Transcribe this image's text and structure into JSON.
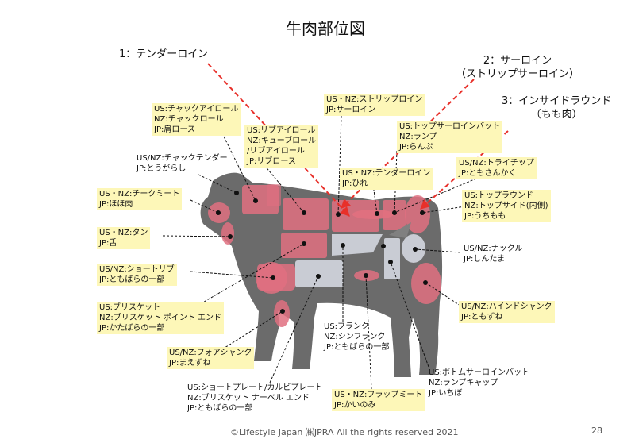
{
  "title": "牛肉部位図",
  "callouts": {
    "tenderloin": [
      "1：テンダーロイン"
    ],
    "sirloin": [
      "2：サーロイン",
      "（ストリップサーロイン）"
    ],
    "inside_round": [
      "3：インサイドラウンド",
      "（もも肉）"
    ]
  },
  "labels": {
    "chuck_eye_roll": [
      "US:チャックアイロール",
      "NZ:チャックロール",
      "JP:肩ロース"
    ],
    "rib_eye_roll": [
      "US:リブアイロール",
      "NZ:キューブロール",
      "/リブアイロール",
      "JP:リブロース"
    ],
    "strip_loin": [
      "US・NZ:ストリップロイン",
      "JP:サーロイン"
    ],
    "top_sirloin_butt": [
      "US:トップサーロインバット",
      "NZ:ランプ",
      "JP:らんぷ"
    ],
    "chuck_tender": [
      "US/NZ:チャックテンダー",
      "JP:とうがらし"
    ],
    "tenderloin": [
      "US・NZ:テンダーロイン",
      "JP:ひれ"
    ],
    "tri_tip": [
      "US/NZ:トライチップ",
      "JP:ともさんかく"
    ],
    "cheek_meat": [
      "US・NZ:チークミート",
      "JP:ほほ肉"
    ],
    "top_round": [
      "US:トップラウンド",
      "NZ:トップサイド(内側)",
      "JP:うちもも"
    ],
    "tongue": [
      "US・NZ:タン",
      "JP:舌"
    ],
    "knuckle": [
      "US/NZ:ナックル",
      "JP:しんたま"
    ],
    "short_rib": [
      "US/NZ:ショートリブ",
      "JP:ともばらの一部"
    ],
    "brisket": [
      "US:ブリスケット",
      "NZ:ブリスケット ポイント エンド",
      "JP:かたばらの一部"
    ],
    "hind_shank": [
      "US/NZ:ハインドシャンク",
      "JP:ともずね"
    ],
    "flank": [
      "US:フランク",
      "NZ:シンフランク",
      "JP:ともばらの一部"
    ],
    "fore_shank": [
      "US/NZ:フォアシャンク",
      "JP:まえずね"
    ],
    "bottom_sirloin_butt": [
      "US:ボトムサーロインバット",
      "NZ:ランプキャップ",
      "JP:いちぼ"
    ],
    "short_plate": [
      "US:ショートプレート/カルビプレート",
      "NZ:ブリスケット ナーベル エンド",
      "JP:ともばらの一部"
    ],
    "flap_meat": [
      "US・NZ:フラップミート",
      "JP:かいのみ"
    ]
  },
  "footer": "©Lifestyle Japan ㈱JPRA All the rights reserved  2021",
  "page_number": "28",
  "colors": {
    "cow_body": "#6b6b6b",
    "cut_highlight": "#e07080",
    "cut_gray": "#c9ccd4",
    "label_bg": "#fdf7b8",
    "arrow": "#e8302a"
  }
}
